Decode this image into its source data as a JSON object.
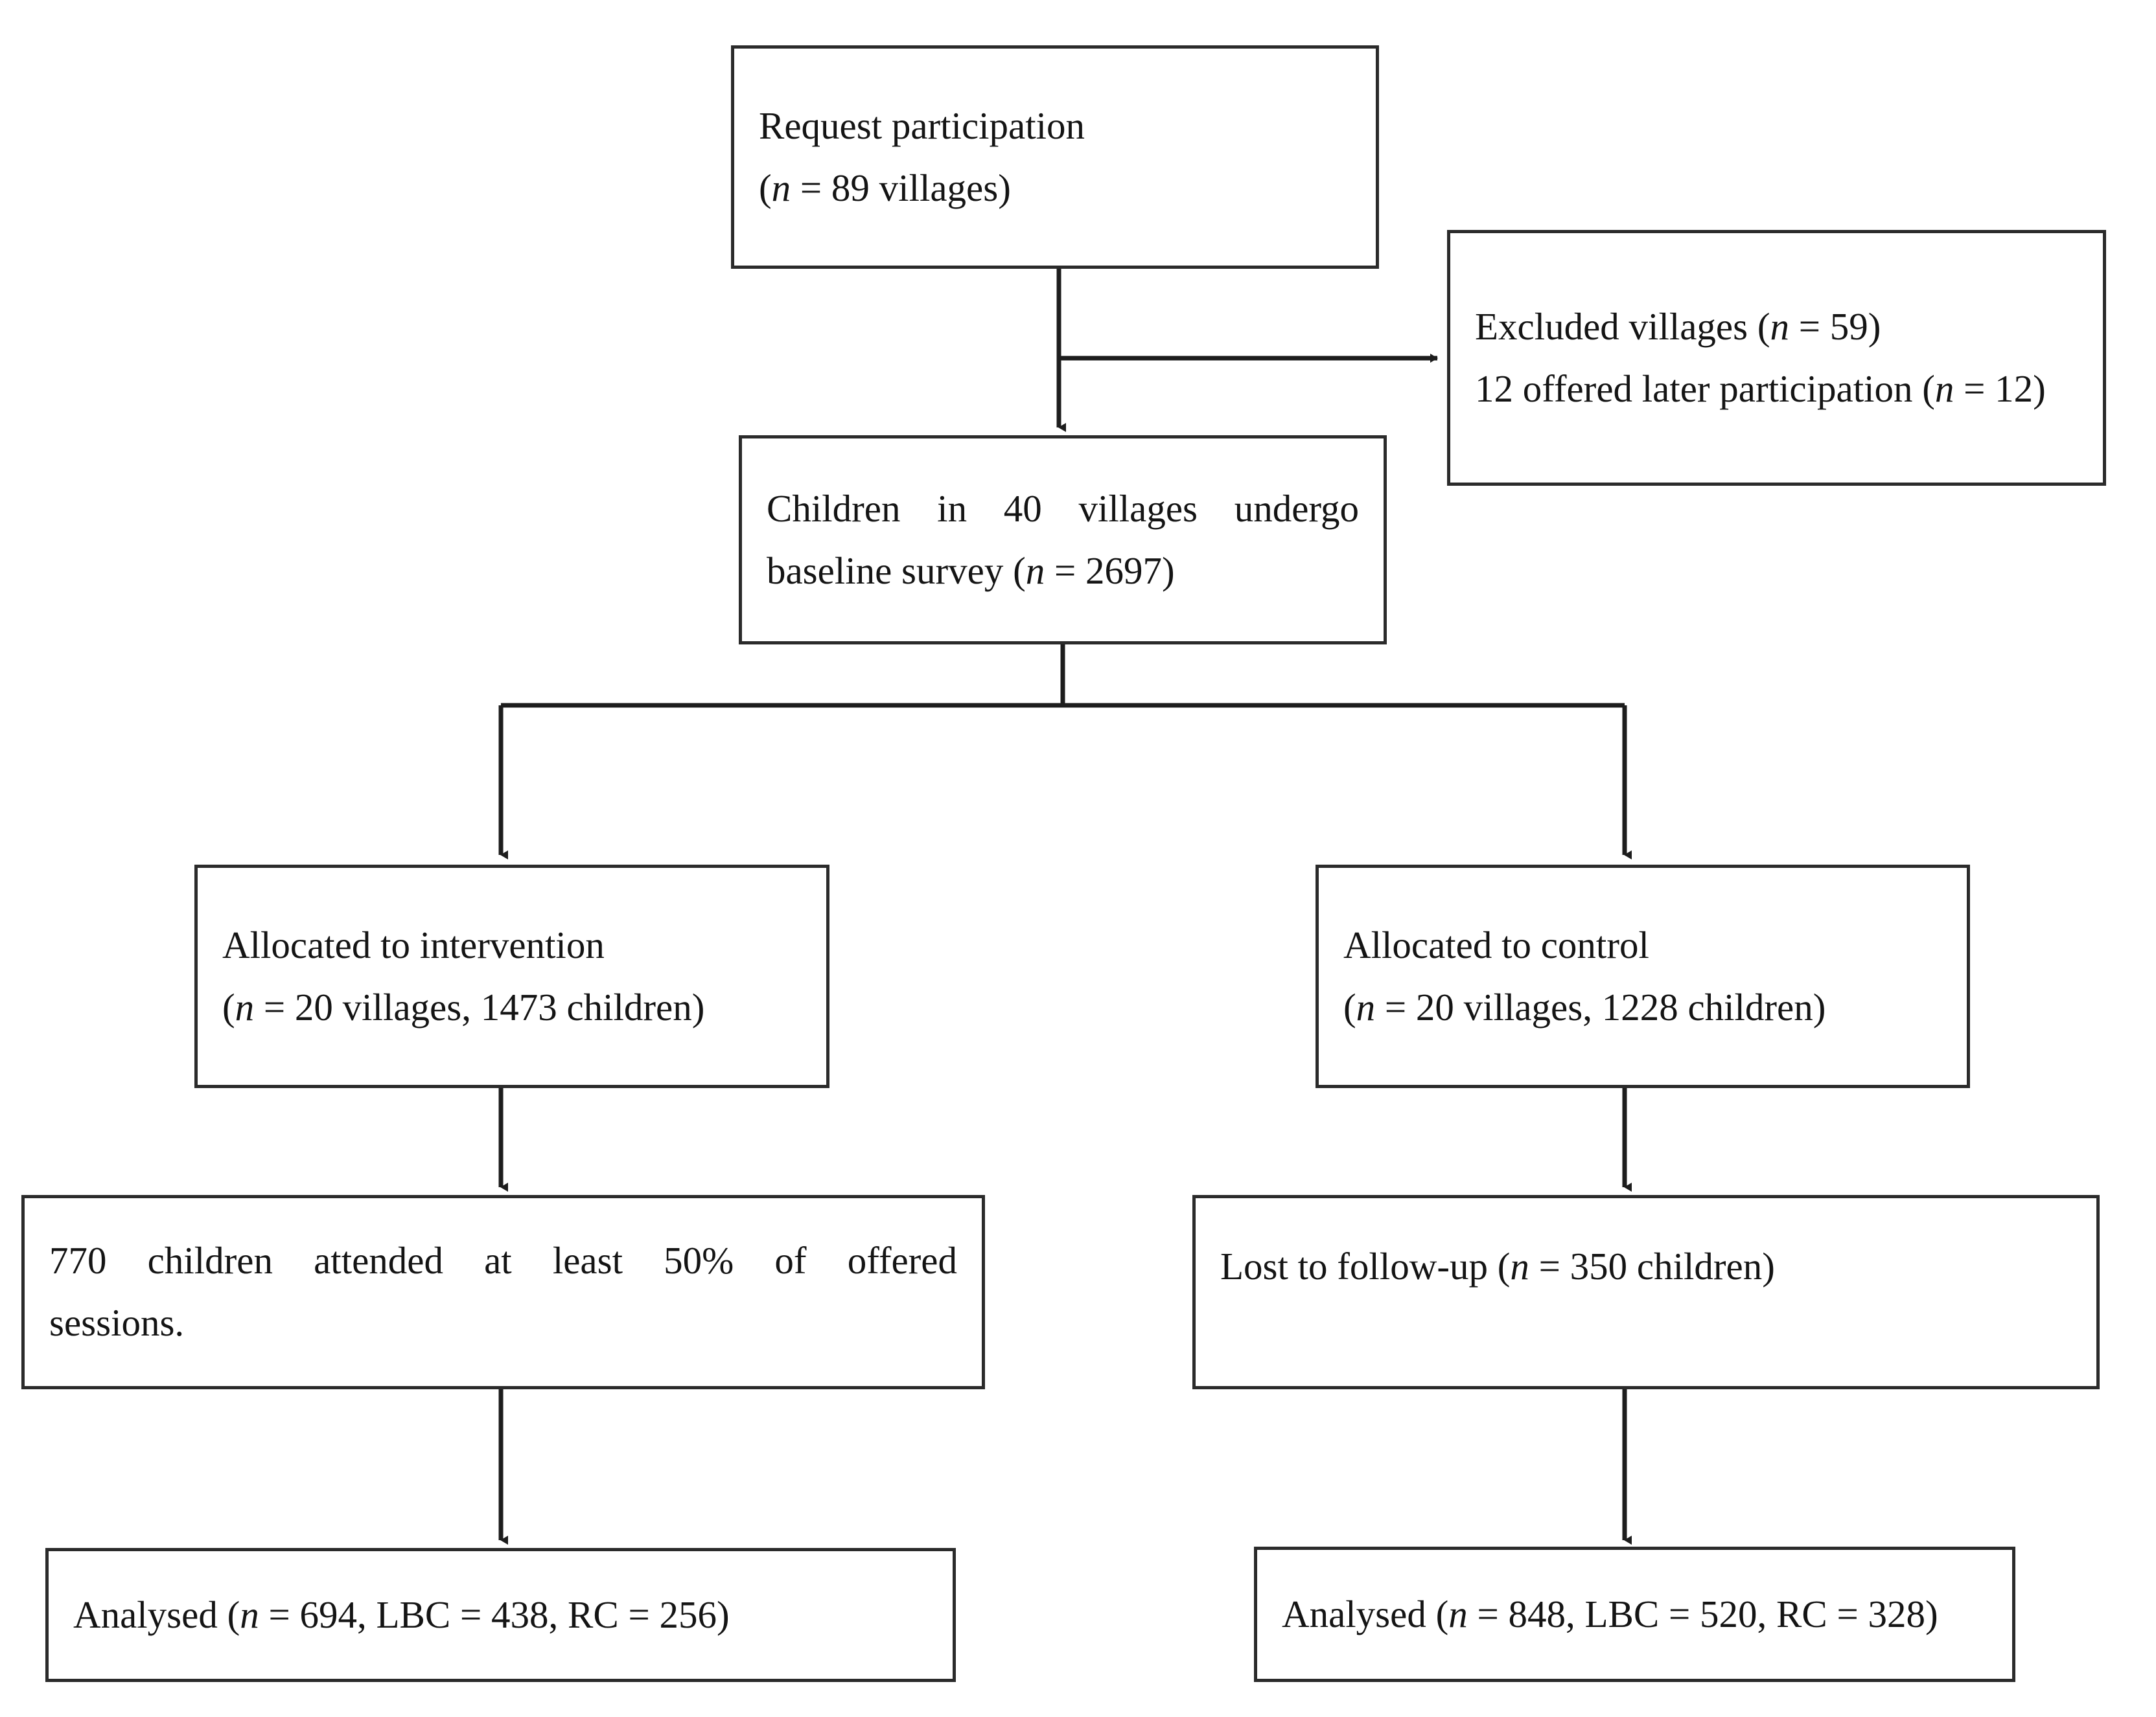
{
  "diagram": {
    "type": "consort-flow-diagram",
    "title_present": false,
    "stroke_color": "#2b2b2b",
    "text_color": "#141414",
    "background": "#ffffff",
    "nodes": [
      {
        "id": "request-participation",
        "lines": [
          {
            "pre": "Request participation",
            "var": "",
            "post": ""
          },
          {
            "pre": "(",
            "var": "n",
            "post": " = 89 villages)"
          }
        ],
        "line1": "Request participation",
        "line2_pre": "(",
        "line2_var": "n",
        "line2_post": " = 89 villages)"
      },
      {
        "id": "excluded-villages",
        "line1_pre": "Excluded villages (",
        "line1_var": "n",
        "line1_post": " = 59)",
        "line2_pre": "12 offered later participation (",
        "line2_var": "n",
        "line2_post": " = 12)"
      },
      {
        "id": "baseline-survey",
        "line1": "Children in 40 villages undergo",
        "line2_pre": "baseline survey (",
        "line2_var": "n",
        "line2_post": " = 2697)"
      },
      {
        "id": "allocated-intervention",
        "line1": "Allocated to intervention",
        "line2_pre": "(",
        "line2_var": "n",
        "line2_post": " = 20 villages, 1473 children)"
      },
      {
        "id": "allocated-control",
        "line1": "Allocated to control",
        "line2_pre": "(",
        "line2_var": "n",
        "line2_post": " = 20 villages, 1228 children)"
      },
      {
        "id": "attendance",
        "line1": "770 children attended at least 50% of offered",
        "line2": "sessions."
      },
      {
        "id": "lost-to-followup",
        "line1_pre": "Lost to follow-up (",
        "line1_var": "n",
        "line1_post": " = 350 children)"
      },
      {
        "id": "analysed-intervention",
        "line1_pre": "Analysed (",
        "line1_var": "n",
        "line1_post": " = 694, LBC = 438, RC = 256)"
      },
      {
        "id": "analysed-control",
        "line1_pre": "Analysed (",
        "line1_var": "n",
        "line1_post": " = 848, LBC = 520, RC = 328)"
      }
    ],
    "counts": {
      "requested_villages": 89,
      "excluded_villages": 59,
      "offered_later_participation": 12,
      "baseline_villages": 40,
      "baseline_children": 2697,
      "intervention_villages": 20,
      "intervention_children": 1473,
      "control_villages": 20,
      "control_children": 1228,
      "attended_at_least_half": 770,
      "attendance_threshold_percent": 50,
      "control_lost_to_followup": 350,
      "analysed_intervention_n": 694,
      "analysed_intervention_lbc": 438,
      "analysed_intervention_rc": 256,
      "analysed_control_n": 848,
      "analysed_control_lbc": 520,
      "analysed_control_rc": 328
    },
    "edges": [
      {
        "id": "request-to-baseline",
        "kind": "vertical-arrow"
      },
      {
        "id": "request-to-excluded",
        "kind": "horizontal-arrow"
      },
      {
        "id": "baseline-split",
        "kind": "t-split"
      },
      {
        "id": "intervention-to-attendance",
        "kind": "vertical-arrow"
      },
      {
        "id": "control-to-lost",
        "kind": "vertical-arrow"
      },
      {
        "id": "attendance-to-analysed",
        "kind": "vertical-arrow"
      },
      {
        "id": "lost-to-analysed",
        "kind": "vertical-arrow"
      }
    ]
  }
}
